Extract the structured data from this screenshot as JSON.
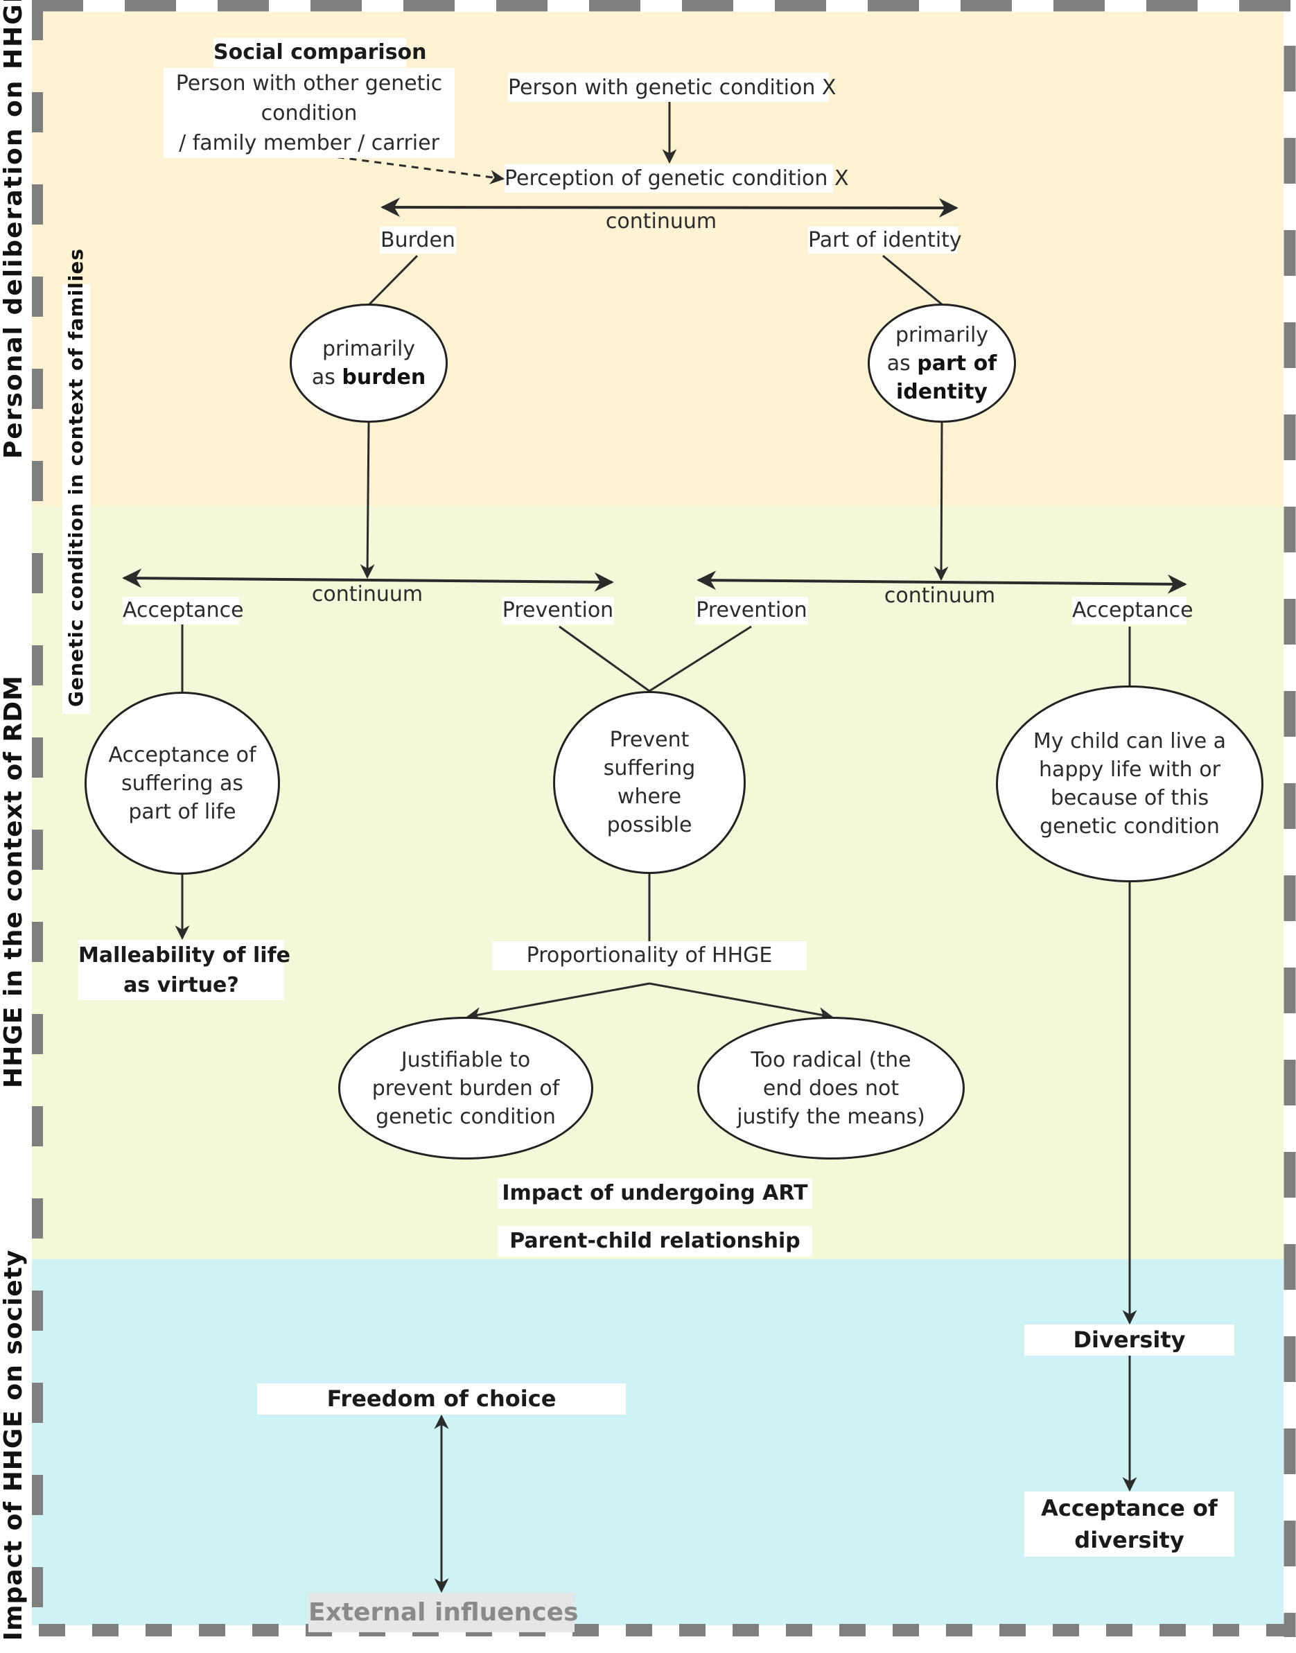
{
  "colors": {
    "personal_band": "#fdf2d4",
    "rdm_band": "#f3f8d9",
    "society_band": "#cff3f4",
    "frame_dash": "#7f7f7f",
    "line": "#2b2b2b",
    "external_bg": "#e6e6e6",
    "external_text": "#8a8a8a"
  },
  "sections": {
    "personal": "Personal deliberation on HHGE",
    "families": "Genetic condition in context of families",
    "rdm": "HHGE in the context of RDM",
    "society": "Impact of HHGE  on society"
  },
  "top": {
    "social_comparison_title": "Social comparison",
    "social_comparison_lines": [
      "Person with other genetic",
      "condition",
      "/ family member / carrier"
    ],
    "person": "Person with genetic condition X",
    "perception": "Perception of genetic condition X",
    "continuum": "continuum",
    "burden": "Burden",
    "identity": "Part of identity",
    "burden_node": {
      "line1": "primarily",
      "prefix": "as ",
      "bold": "burden"
    },
    "identity_node": {
      "line1": "primarily",
      "prefix": "as ",
      "bold": "part of",
      "bold2": "identity"
    }
  },
  "middle": {
    "left_continuum": "continuum",
    "right_continuum": "continuum",
    "acceptance_left": "Acceptance",
    "prevention_left": "Prevention",
    "prevention_right": "Prevention",
    "acceptance_right": "Acceptance",
    "acceptance_node": [
      "Acceptance of",
      "suffering as",
      "part of life"
    ],
    "prevent_node": [
      "Prevent",
      "suffering",
      "where",
      "possible"
    ],
    "happy_node": [
      "My child can live a",
      "happy life with or",
      "because of this",
      "genetic condition"
    ],
    "malleability": [
      "Malleability of life",
      "as virtue?"
    ],
    "proportionality": "Proportionality of HHGE",
    "justifiable_node": [
      "Justifiable to",
      "prevent burden of",
      "genetic condition"
    ],
    "radical_node": [
      "Too radical (the",
      "end does not",
      "justify the means)"
    ],
    "art": "Impact of undergoing ART",
    "parent_child": "Parent-child relationship"
  },
  "bottom": {
    "diversity": "Diversity",
    "acceptance_diversity": [
      "Acceptance of",
      "diversity"
    ],
    "freedom": "Freedom of choice",
    "external": "External influences"
  }
}
